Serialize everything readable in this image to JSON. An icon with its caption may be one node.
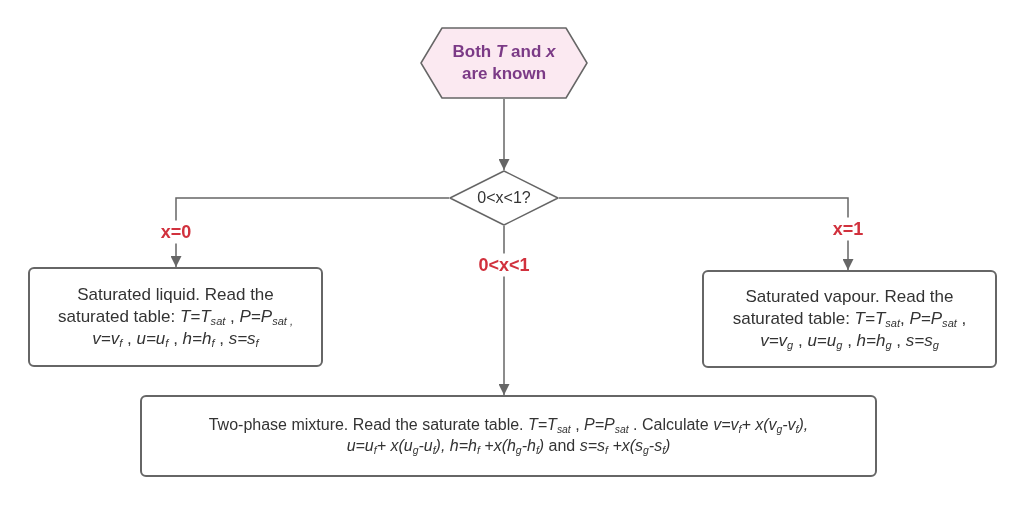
{
  "diagram": {
    "nodes": [
      {
        "text": [
          "Both *T* and *x* are known"
        ]
      },
      {
        "text": [
          "0<x<1?"
        ]
      },
      {
        "text": [
          "Saturated liquid. Read the saturated table: *T=T*$_{sat}$ , *P=P*$_{sat ,}$ *v=v*$_{f}$ , *u=u*$_{f}$ , *h=h*$_{f}$ , *s=s*$_{f}$"
        ]
      },
      {
        "text": [
          "Saturated vapour. Read the saturated table: *T=T*$_{sat}$, *P=P*$_{sat}$ , *v=v*$_{g}$ , *u=u*$_{g}$ , *h=h*$_{g}$ , *s=s*$_{g}$"
        ]
      },
      {
        "text": [
          "Two-phase mixture. Read the saturate table. *T=T*$_{sat}$ , *P=P*$_{sat}$ . Calculate *v=v*$_{f}$*+ x(v*$_{g}$*-v*$_{f}$*),* *u=u*$_{f}$*+ x(u*$_{g}$*-u*$_{f}$*), h=h*$_{f}$ *+x(h*$_{g}$*-h*$_{f}$*)* and *s=s*$_{f}$ *+x(s*$_{g}$*-s*$_{f}$*)*"
        ]
      }
    ],
    "edges": [
      {
        "from": 0,
        "to": 1,
        "arrow": "to"
      },
      {
        "from": 1,
        "to": 2,
        "arrow": "to",
        "label": "x=0"
      },
      {
        "from": 1,
        "to": 3,
        "arrow": "to",
        "label": "x=1"
      },
      {
        "from": 1,
        "to": 4,
        "arrow": "to",
        "label": "0<x<1"
      }
    ]
  }
}
